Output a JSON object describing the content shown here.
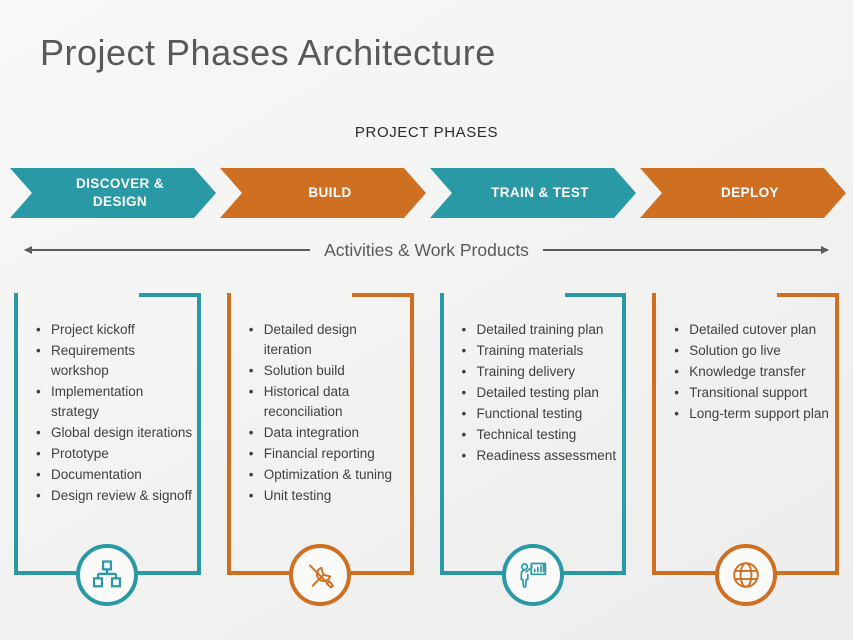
{
  "page": {
    "title": "Project Phases Architecture",
    "section_label": "PROJECT PHASES",
    "activities_label": "Activities & Work Products"
  },
  "colors": {
    "teal": "#2999A6",
    "orange": "#CE6F21",
    "title_text": "#595959",
    "body_text": "#404040"
  },
  "phases": [
    {
      "label": "DISCOVER &\nDESIGN",
      "color": "teal"
    },
    {
      "label": "BUILD",
      "color": "orange"
    },
    {
      "label": "TRAIN & TEST",
      "color": "teal"
    },
    {
      "label": "DEPLOY",
      "color": "orange"
    }
  ],
  "columns": [
    {
      "phase": "discover-design",
      "color": "teal",
      "icon": "org-chart-icon",
      "items": [
        "Project kickoff",
        "Requirements workshop",
        "Implementation strategy",
        "Global design iterations",
        "Prototype",
        "Documentation",
        "Design review & signoff"
      ]
    },
    {
      "phase": "build",
      "color": "orange",
      "icon": "tools-icon",
      "items": [
        "Detailed design iteration",
        "Solution build",
        "Historical data reconciliation",
        "Data integration",
        "Financial reporting",
        "Optimization & tuning",
        "Unit testing"
      ]
    },
    {
      "phase": "train-test",
      "color": "teal",
      "icon": "trainer-icon",
      "items": [
        "Detailed training plan",
        "Training materials",
        "Training delivery",
        "Detailed testing plan",
        "Functional testing",
        "Technical testing",
        "Readiness assessment"
      ]
    },
    {
      "phase": "deploy",
      "color": "orange",
      "icon": "globe-icon",
      "items": [
        "Detailed cutover plan",
        "Solution go live",
        "Knowledge transfer",
        "Transitional support",
        "Long-term support plan"
      ]
    }
  ]
}
